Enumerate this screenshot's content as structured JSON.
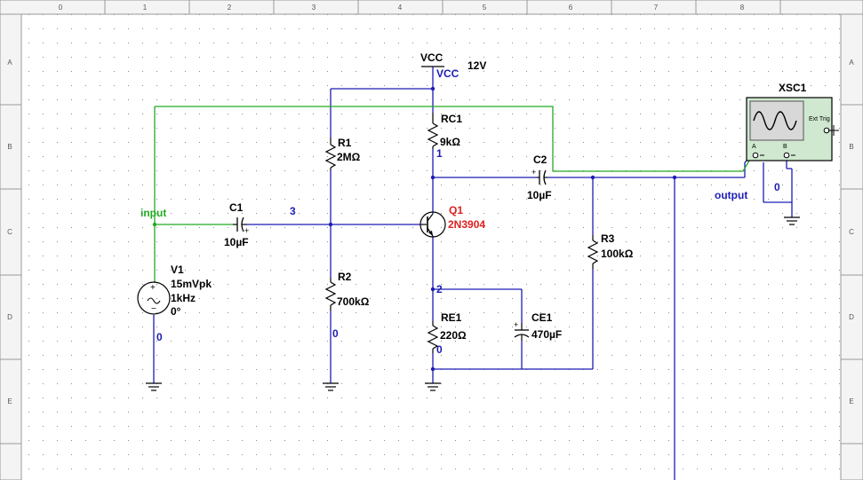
{
  "rulers": {
    "top": [
      "0",
      "1",
      "2",
      "3",
      "4",
      "5",
      "6",
      "7",
      "8"
    ],
    "left": [
      "A",
      "B",
      "C",
      "D",
      "E"
    ],
    "right": [
      "A",
      "B",
      "C",
      "D",
      "E"
    ]
  },
  "supply": {
    "name": "VCC",
    "net": "VCC",
    "voltage": "12V"
  },
  "components": {
    "rc1": {
      "ref": "RC1",
      "value": "9kΩ"
    },
    "r1": {
      "ref": "R1",
      "value": "2MΩ"
    },
    "r2": {
      "ref": "R2",
      "value": "700kΩ"
    },
    "re1": {
      "ref": "RE1",
      "value": "220Ω"
    },
    "ce1": {
      "ref": "CE1",
      "value": "470µF"
    },
    "c1": {
      "ref": "C1",
      "value": "10µF"
    },
    "c2": {
      "ref": "C2",
      "value": "10µF"
    },
    "r3": {
      "ref": "R3",
      "value": "100kΩ"
    },
    "q1": {
      "ref": "Q1",
      "value": "2N3904"
    },
    "v1": {
      "ref": "V1",
      "amp": "15mVpk",
      "freq": "1kHz",
      "phase": "0°"
    },
    "xsc1": {
      "ref": "XSC1",
      "trig": "Ext Trig",
      "ch_a": "A",
      "ch_b": "B"
    }
  },
  "nets": {
    "input": "input",
    "output": "output",
    "n3": "3",
    "n1": "1",
    "n2": "2",
    "gnd_v1": "0",
    "gnd_r2": "0",
    "gnd_re": "0",
    "gnd_scope": "0"
  },
  "colors": {
    "wire": "#1c1cb4",
    "probe": "#22aa22",
    "component": "#000000",
    "q1": "#dd2020",
    "scope_body": "#cfe8cf"
  }
}
